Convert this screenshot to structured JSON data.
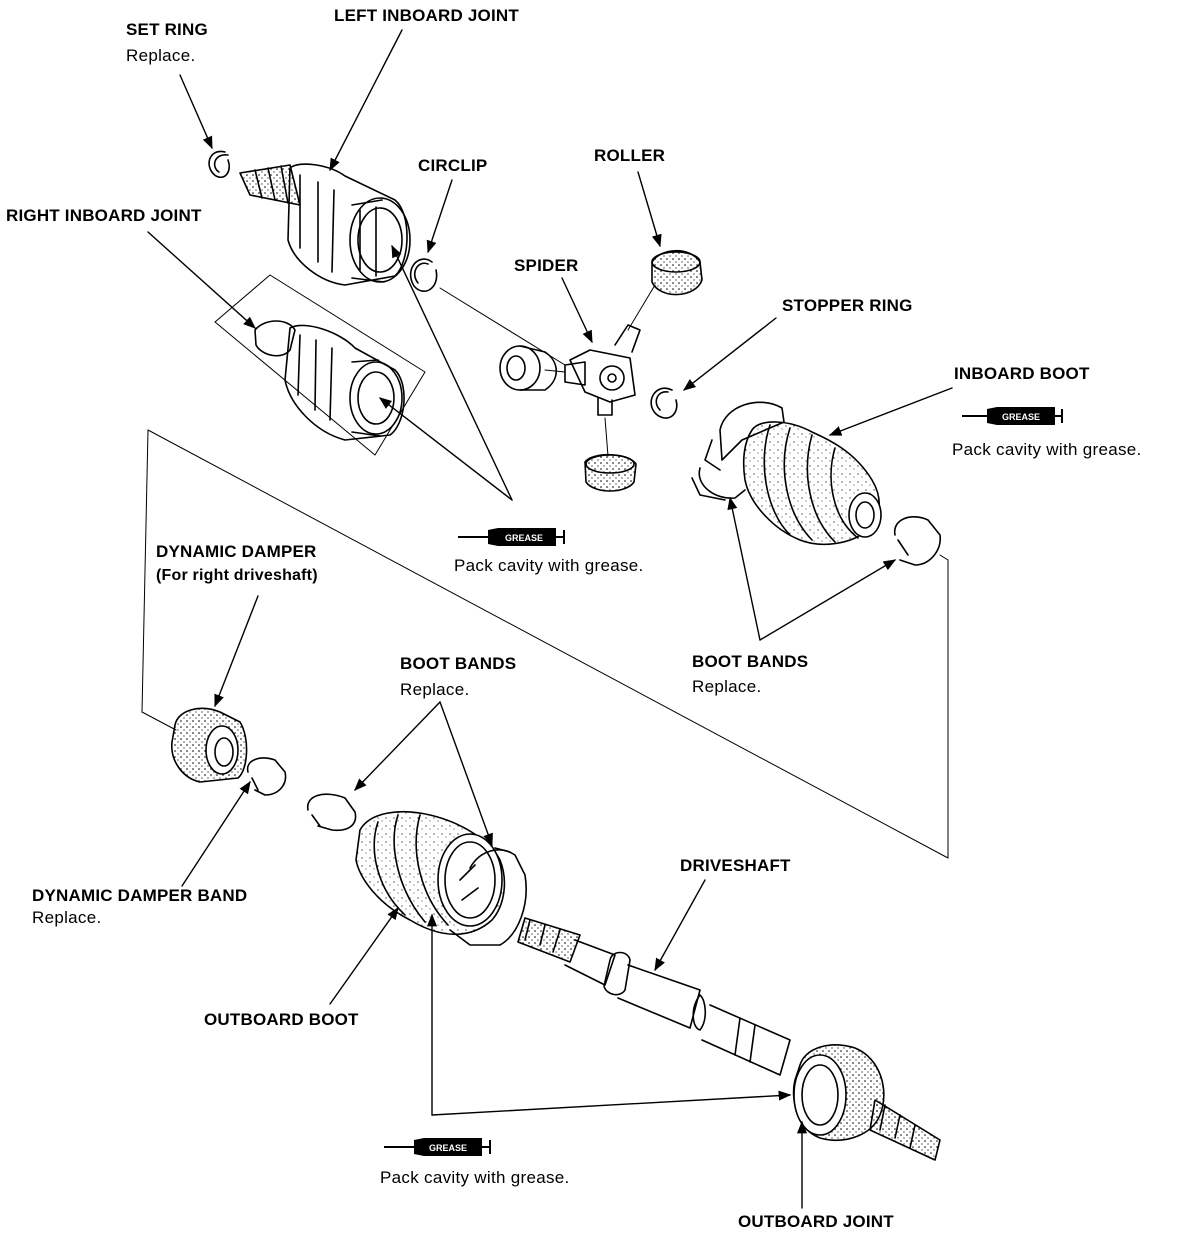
{
  "labels": {
    "set_ring": "SET RING",
    "set_ring_note": "Replace.",
    "left_inboard_joint": "LEFT INBOARD JOINT",
    "right_inboard_joint": "RIGHT INBOARD JOINT",
    "circlip": "CIRCLIP",
    "roller": "ROLLER",
    "spider": "SPIDER",
    "stopper_ring": "STOPPER RING",
    "inboard_boot": "INBOARD BOOT",
    "inboard_boot_note": "Pack cavity with grease.",
    "joint_grease_note": "Pack cavity with grease.",
    "dynamic_damper": "DYNAMIC DAMPER",
    "dynamic_damper_sub": "(For right driveshaft)",
    "boot_bands_left": "BOOT BANDS",
    "boot_bands_left_note": "Replace.",
    "boot_bands_right": "BOOT BANDS",
    "boot_bands_right_note": "Replace.",
    "dynamic_damper_band": "DYNAMIC DAMPER BAND",
    "dynamic_damper_band_note": "Replace.",
    "driveshaft": "DRIVESHAFT",
    "outboard_boot": "OUTBOARD BOOT",
    "outboard_grease_note": "Pack cavity with grease.",
    "outboard_joint": "OUTBOARD JOINT"
  },
  "grease_tube_text": "GREASE",
  "icons": [
    "grease-tube-icon"
  ]
}
